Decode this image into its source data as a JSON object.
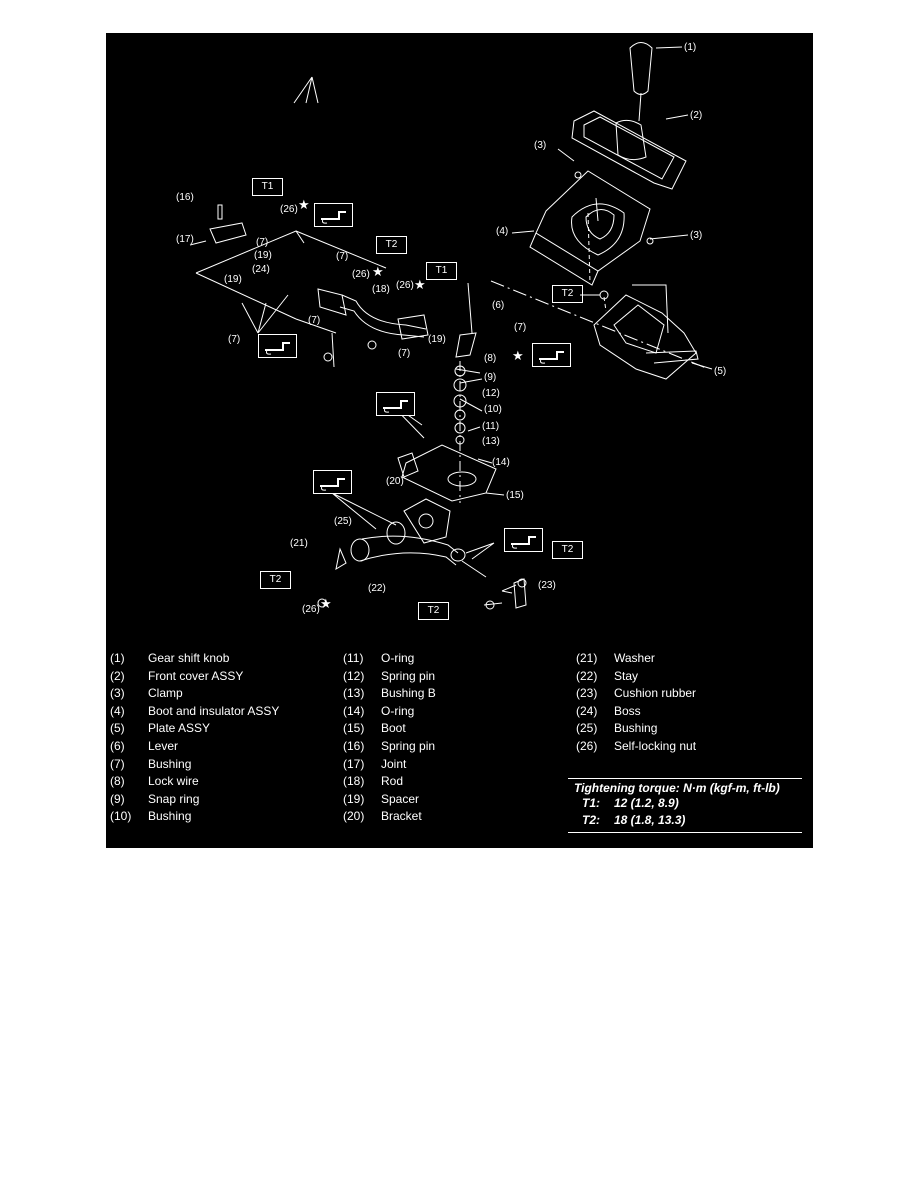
{
  "callouts": {
    "c1": "(1)",
    "c2": "(2)",
    "c3a": "(3)",
    "c3b": "(3)",
    "c4": "(4)",
    "c5": "(5)",
    "c6": "(6)",
    "c7a": "(7)",
    "c7b": "(7)",
    "c7c": "(7)",
    "c7d": "(7)",
    "c7e": "(7)",
    "c7f": "(7)",
    "c8": "(8)",
    "c9": "(9)",
    "c10": "(10)",
    "c11": "(11)",
    "c12": "(12)",
    "c13": "(13)",
    "c14": "(14)",
    "c15": "(15)",
    "c16": "(16)",
    "c17": "(17)",
    "c18": "(18)",
    "c19a": "(19)",
    "c19b": "(19)",
    "c19c": "(19)",
    "c20": "(20)",
    "c21": "(21)",
    "c22": "(22)",
    "c23": "(23)",
    "c24": "(24)",
    "c25": "(25)",
    "c26a": "(26)",
    "c26b": "(26)",
    "c26c": "(26)",
    "c26d": "(26)"
  },
  "torque_tags": {
    "t1a": "T1",
    "t1b": "T1",
    "t2a": "T2",
    "t2b": "T2",
    "t2c": "T2",
    "t2d": "T2",
    "t2e": "T2"
  },
  "legend": {
    "col1": [
      {
        "num": "(1)",
        "name": "Gear shift knob"
      },
      {
        "num": "(2)",
        "name": "Front cover ASSY"
      },
      {
        "num": "(3)",
        "name": "Clamp"
      },
      {
        "num": "(4)",
        "name": "Boot and insulator ASSY"
      },
      {
        "num": "(5)",
        "name": "Plate ASSY"
      },
      {
        "num": "(6)",
        "name": "Lever"
      },
      {
        "num": "(7)",
        "name": "Bushing"
      },
      {
        "num": "(8)",
        "name": "Lock wire"
      },
      {
        "num": "(9)",
        "name": "Snap ring"
      },
      {
        "num": "(10)",
        "name": "Bushing"
      }
    ],
    "col2": [
      {
        "num": "(11)",
        "name": "O-ring"
      },
      {
        "num": "(12)",
        "name": "Spring pin"
      },
      {
        "num": "(13)",
        "name": "Bushing B"
      },
      {
        "num": "(14)",
        "name": "O-ring"
      },
      {
        "num": "(15)",
        "name": "Boot"
      },
      {
        "num": "(16)",
        "name": "Spring pin"
      },
      {
        "num": "(17)",
        "name": "Joint"
      },
      {
        "num": "(18)",
        "name": "Rod"
      },
      {
        "num": "(19)",
        "name": "Spacer"
      },
      {
        "num": "(20)",
        "name": "Bracket"
      }
    ],
    "col3": [
      {
        "num": "(21)",
        "name": "Washer"
      },
      {
        "num": "(22)",
        "name": "Stay"
      },
      {
        "num": "(23)",
        "name": "Cushion rubber"
      },
      {
        "num": "(24)",
        "name": "Boss"
      },
      {
        "num": "(25)",
        "name": "Bushing"
      },
      {
        "num": "(26)",
        "name": "Self-locking nut"
      }
    ]
  },
  "torque": {
    "header": "Tightening torque: N·m (kgf-m, ft-lb)",
    "rows": [
      {
        "label": "T1:",
        "value": "12 (1.2, 8.9)"
      },
      {
        "label": "T2:",
        "value": "18 (1.8, 13.3)"
      }
    ]
  },
  "icons": {
    "star": "star-icon",
    "grease": "grease-gun-icon"
  },
  "colors": {
    "background": "#000000",
    "foreground": "#ffffff",
    "page": "#ffffff"
  }
}
